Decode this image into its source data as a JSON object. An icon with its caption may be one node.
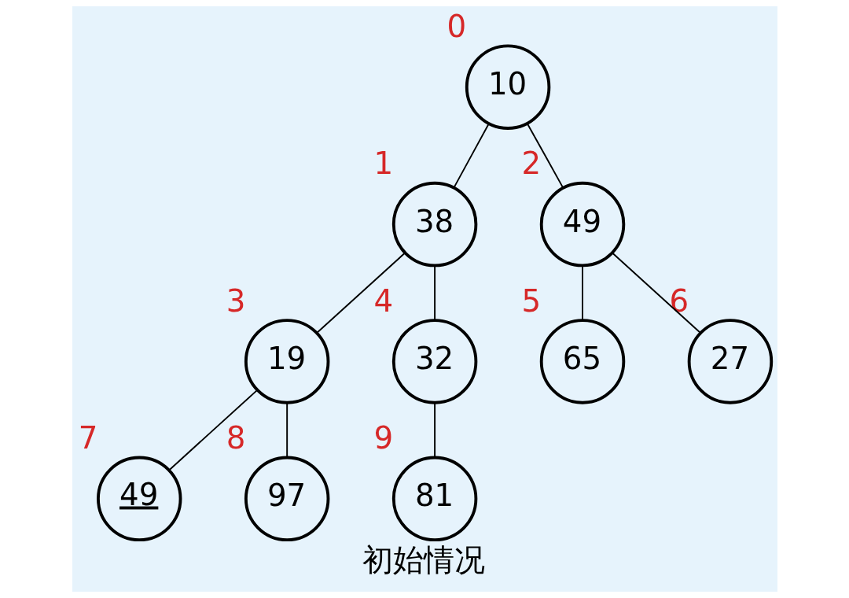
{
  "diagram": {
    "caption": "初始情况",
    "nodes": [
      {
        "text": [
          "10"
        ],
        "beside": [
          "0"
        ]
      },
      {
        "text": [
          "38"
        ],
        "beside": [
          "1"
        ]
      },
      {
        "text": [
          "49"
        ],
        "beside": [
          "2"
        ]
      },
      {
        "text": [
          "19"
        ],
        "beside": [
          "3"
        ]
      },
      {
        "text": [
          "32"
        ],
        "beside": [
          "4"
        ]
      },
      {
        "text": [
          "65"
        ],
        "beside": [
          "5"
        ]
      },
      {
        "text": [
          "27"
        ],
        "beside": [
          "6"
        ]
      },
      {
        "text": [
          "49"
        ],
        "beside": [
          "7"
        ]
      },
      {
        "text": [
          "97"
        ],
        "beside": [
          "8"
        ]
      },
      {
        "text": [
          "81"
        ],
        "beside": [
          "9"
        ]
      }
    ],
    "edges": [
      {
        "from": 0,
        "to": 1,
        "arrow": "none"
      },
      {
        "from": 0,
        "to": 2,
        "arrow": "none"
      },
      {
        "from": 1,
        "to": 3,
        "arrow": "none"
      },
      {
        "from": 1,
        "to": 4,
        "arrow": "none"
      },
      {
        "from": 2,
        "to": 5,
        "arrow": "none"
      },
      {
        "from": 2,
        "to": 6,
        "arrow": "none"
      },
      {
        "from": 3,
        "to": 7,
        "arrow": "none"
      },
      {
        "from": 3,
        "to": 8,
        "arrow": "none"
      },
      {
        "from": 4,
        "to": 9,
        "arrow": "none"
      }
    ]
  }
}
